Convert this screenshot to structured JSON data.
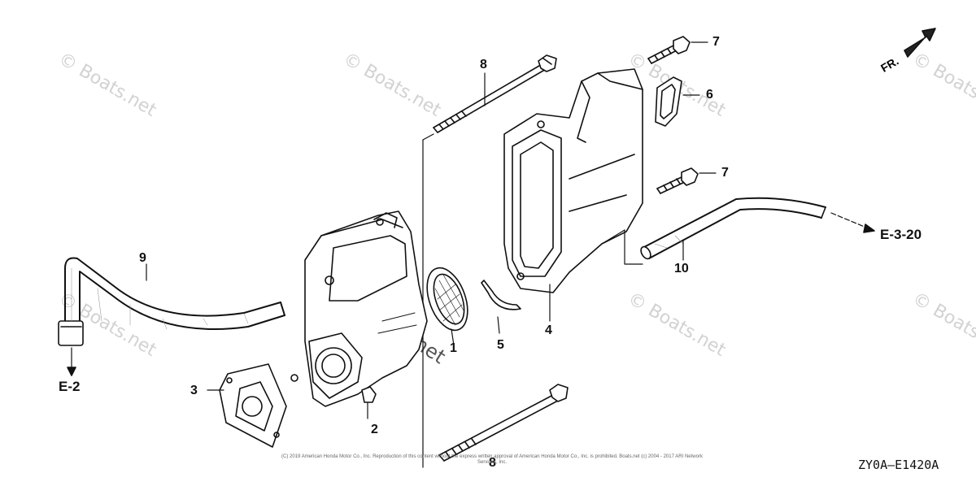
{
  "diagram": {
    "callouts": {
      "p1": "1",
      "p2": "2",
      "p3": "3",
      "p4": "4",
      "p5": "5",
      "p6": "6",
      "p7a": "7",
      "p7b": "7",
      "p8a": "8",
      "p8b": "8",
      "p9": "9",
      "p10": "10"
    },
    "refs": {
      "e2": "E-2",
      "e320": "E-3-20"
    },
    "front_label": "FR.",
    "diagram_code": "ZY0A—E1420A",
    "copyright": "(C) 2019 American Honda Motor Co., Inc. Reproduction of this content without the express written approval of American Honda Motor Co., Inc. is prohibited. Boats.net (c) 2004 - 2017 ARI Network Services, Inc.",
    "watermark": "© Boats.net"
  }
}
